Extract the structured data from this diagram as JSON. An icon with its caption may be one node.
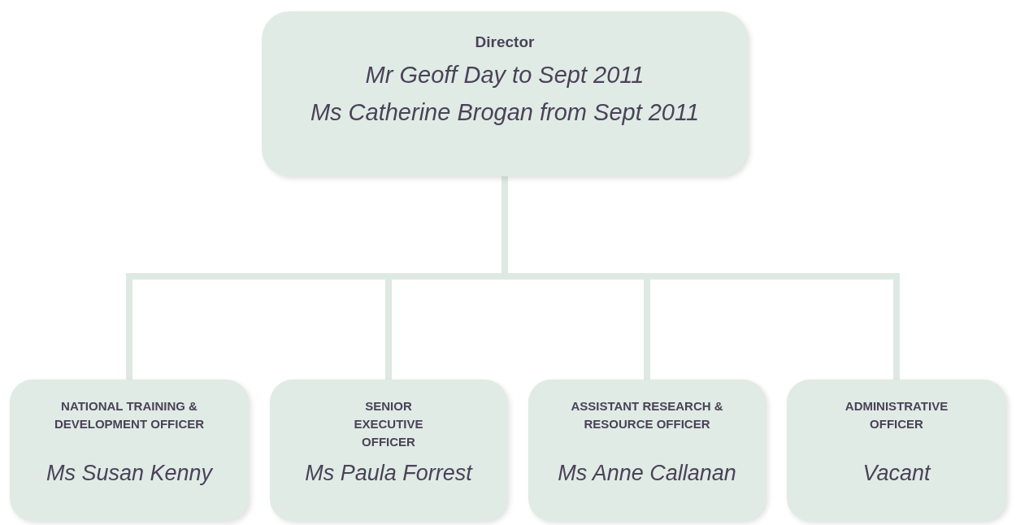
{
  "diagram": {
    "nodes": [
      {
        "text": [
          "Director",
          "Mr Geoff Day to Sept 2011",
          "Ms Catherine Brogan from Sept 2011"
        ]
      },
      {
        "text": [
          "NATIONAL TRAINING & DEVELOPMENT OFFICER",
          "Ms Susan Kenny"
        ]
      },
      {
        "text": [
          "SENIOR EXECUTIVE OFFICER",
          "Ms Paula Forrest"
        ]
      },
      {
        "text": [
          "ASSISTANT RESEARCH & RESOURCE OFFICER",
          "Ms Anne Callanan"
        ]
      },
      {
        "text": [
          "ADMINISTRATIVE OFFICER",
          "Vacant"
        ]
      }
    ],
    "edges": [
      {
        "from": 0,
        "to": 1,
        "arrow": "none"
      },
      {
        "from": 0,
        "to": 2,
        "arrow": "none"
      },
      {
        "from": 0,
        "to": 3,
        "arrow": "none"
      },
      {
        "from": 0,
        "to": 4,
        "arrow": "none"
      }
    ]
  }
}
